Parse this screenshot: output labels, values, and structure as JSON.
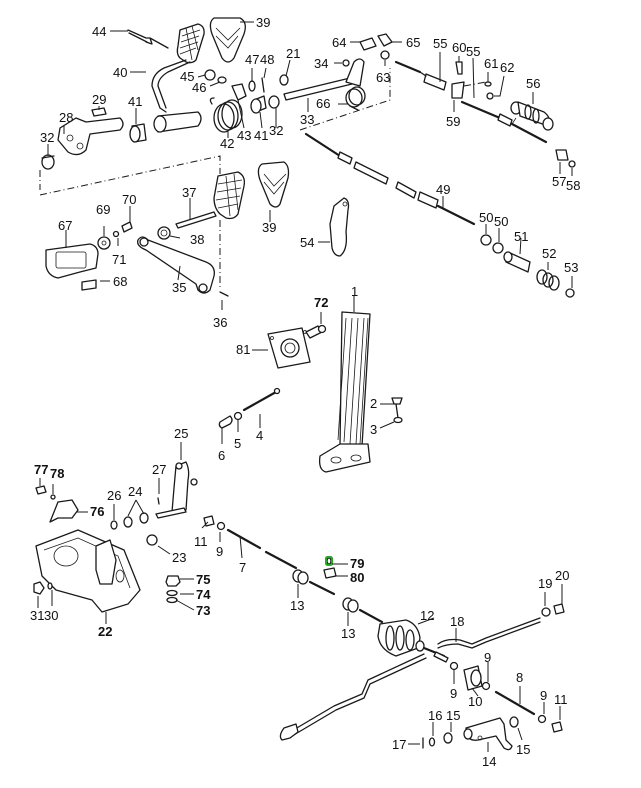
{
  "diagram": {
    "title": "Pedal assembly, accelerator linkage and clutch cable exploded view",
    "highlight_color": "#22aa22",
    "highlighted_part": "79",
    "labels": [
      {
        "id": "44",
        "text": "44"
      },
      {
        "id": "39a",
        "text": "39"
      },
      {
        "id": "40",
        "text": "40"
      },
      {
        "id": "45",
        "text": "45"
      },
      {
        "id": "46",
        "text": "46"
      },
      {
        "id": "47",
        "text": "47"
      },
      {
        "id": "48",
        "text": "48"
      },
      {
        "id": "21",
        "text": "21"
      },
      {
        "id": "29",
        "text": "29"
      },
      {
        "id": "41a",
        "text": "41"
      },
      {
        "id": "28",
        "text": "28"
      },
      {
        "id": "32a",
        "text": "32"
      },
      {
        "id": "42",
        "text": "42"
      },
      {
        "id": "43",
        "text": "43"
      },
      {
        "id": "41b",
        "text": "41"
      },
      {
        "id": "32b",
        "text": "32"
      },
      {
        "id": "33",
        "text": "33"
      },
      {
        "id": "34",
        "text": "34"
      },
      {
        "id": "64",
        "text": "64"
      },
      {
        "id": "65",
        "text": "65"
      },
      {
        "id": "63",
        "text": "63"
      },
      {
        "id": "66",
        "text": "66"
      },
      {
        "id": "55a",
        "text": "55"
      },
      {
        "id": "60",
        "text": "60"
      },
      {
        "id": "55b",
        "text": "55"
      },
      {
        "id": "61",
        "text": "61"
      },
      {
        "id": "62",
        "text": "62"
      },
      {
        "id": "56",
        "text": "56"
      },
      {
        "id": "59",
        "text": "59"
      },
      {
        "id": "57",
        "text": "57"
      },
      {
        "id": "58",
        "text": "58"
      },
      {
        "id": "37",
        "text": "37"
      },
      {
        "id": "70",
        "text": "70"
      },
      {
        "id": "69",
        "text": "69"
      },
      {
        "id": "67",
        "text": "67"
      },
      {
        "id": "71",
        "text": "71"
      },
      {
        "id": "38",
        "text": "38"
      },
      {
        "id": "39b",
        "text": "39"
      },
      {
        "id": "68",
        "text": "68"
      },
      {
        "id": "35",
        "text": "35"
      },
      {
        "id": "36",
        "text": "36"
      },
      {
        "id": "54",
        "text": "54"
      },
      {
        "id": "49",
        "text": "49"
      },
      {
        "id": "50a",
        "text": "50"
      },
      {
        "id": "50b",
        "text": "50"
      },
      {
        "id": "51",
        "text": "51"
      },
      {
        "id": "52",
        "text": "52"
      },
      {
        "id": "53",
        "text": "53"
      },
      {
        "id": "72",
        "text": "72"
      },
      {
        "id": "1",
        "text": "1"
      },
      {
        "id": "81",
        "text": "81"
      },
      {
        "id": "2",
        "text": "2"
      },
      {
        "id": "3",
        "text": "3"
      },
      {
        "id": "4",
        "text": "4"
      },
      {
        "id": "5",
        "text": "5"
      },
      {
        "id": "6",
        "text": "6"
      },
      {
        "id": "25",
        "text": "25"
      },
      {
        "id": "27",
        "text": "27"
      },
      {
        "id": "77",
        "text": "77"
      },
      {
        "id": "78",
        "text": "78"
      },
      {
        "id": "26",
        "text": "26"
      },
      {
        "id": "24",
        "text": "24"
      },
      {
        "id": "76",
        "text": "76"
      },
      {
        "id": "11a",
        "text": "11"
      },
      {
        "id": "9a",
        "text": "9"
      },
      {
        "id": "23",
        "text": "23"
      },
      {
        "id": "7",
        "text": "7"
      },
      {
        "id": "79",
        "text": "79"
      },
      {
        "id": "80",
        "text": "80"
      },
      {
        "id": "75",
        "text": "75"
      },
      {
        "id": "74",
        "text": "74"
      },
      {
        "id": "73",
        "text": "73"
      },
      {
        "id": "31",
        "text": "31"
      },
      {
        "id": "30",
        "text": "30"
      },
      {
        "id": "22",
        "text": "22"
      },
      {
        "id": "13a",
        "text": "13"
      },
      {
        "id": "13b",
        "text": "13"
      },
      {
        "id": "12",
        "text": "12"
      },
      {
        "id": "19",
        "text": "19"
      },
      {
        "id": "20",
        "text": "20"
      },
      {
        "id": "18",
        "text": "18"
      },
      {
        "id": "9b",
        "text": "9"
      },
      {
        "id": "9c",
        "text": "9"
      },
      {
        "id": "10",
        "text": "10"
      },
      {
        "id": "8",
        "text": "8"
      },
      {
        "id": "9d",
        "text": "9"
      },
      {
        "id": "11b",
        "text": "11"
      },
      {
        "id": "16",
        "text": "16"
      },
      {
        "id": "15a",
        "text": "15"
      },
      {
        "id": "17",
        "text": "17"
      },
      {
        "id": "14",
        "text": "14"
      },
      {
        "id": "15b",
        "text": "15"
      }
    ]
  }
}
